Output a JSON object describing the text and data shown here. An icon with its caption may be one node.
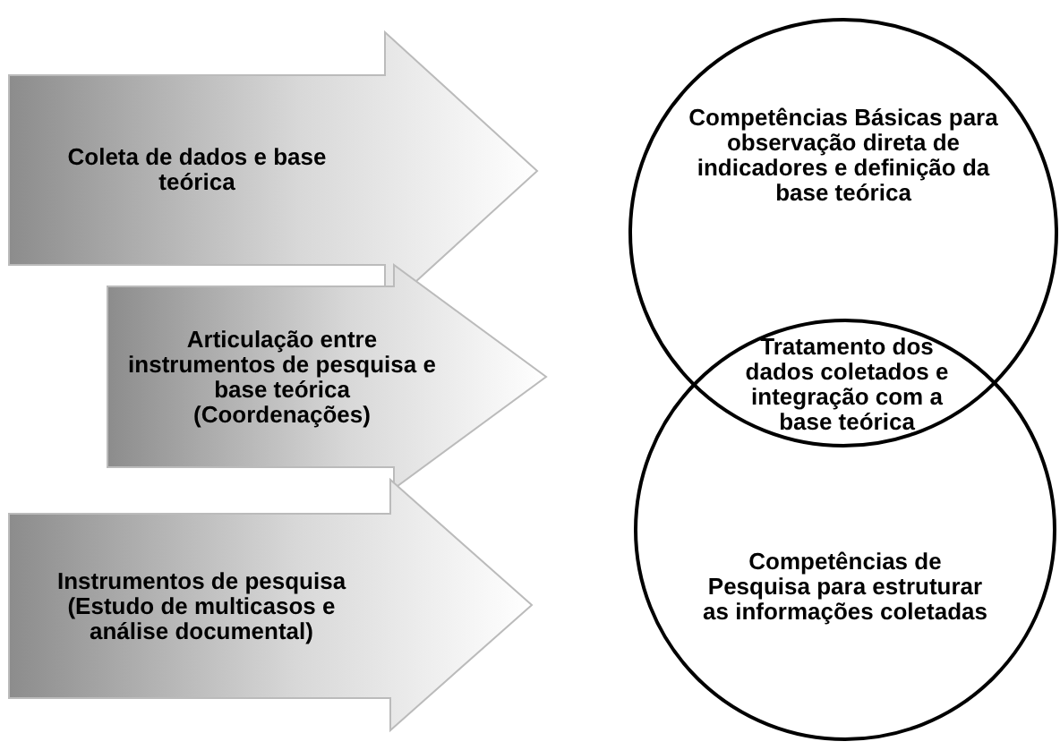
{
  "diagram": {
    "nodes": [
      {
        "text": [
          "Coleta de dados e base teórica"
        ]
      },
      {
        "text": [
          "Articulação entre instrumentos de pesquisa e base teórica (Coordenações)"
        ]
      },
      {
        "text": [
          "Instrumentos de pesquisa (Estudo de multicasos e análise documental)"
        ]
      },
      {
        "text": [
          "Competências Básicas para observação direta de indicadores e definição da base teórica"
        ]
      },
      {
        "text": [
          "Tratamento dos dados coletados e integração com a base teórica"
        ]
      },
      {
        "text": [
          "Competências de Pesquisa para estruturar as informações coletadas"
        ]
      }
    ]
  }
}
